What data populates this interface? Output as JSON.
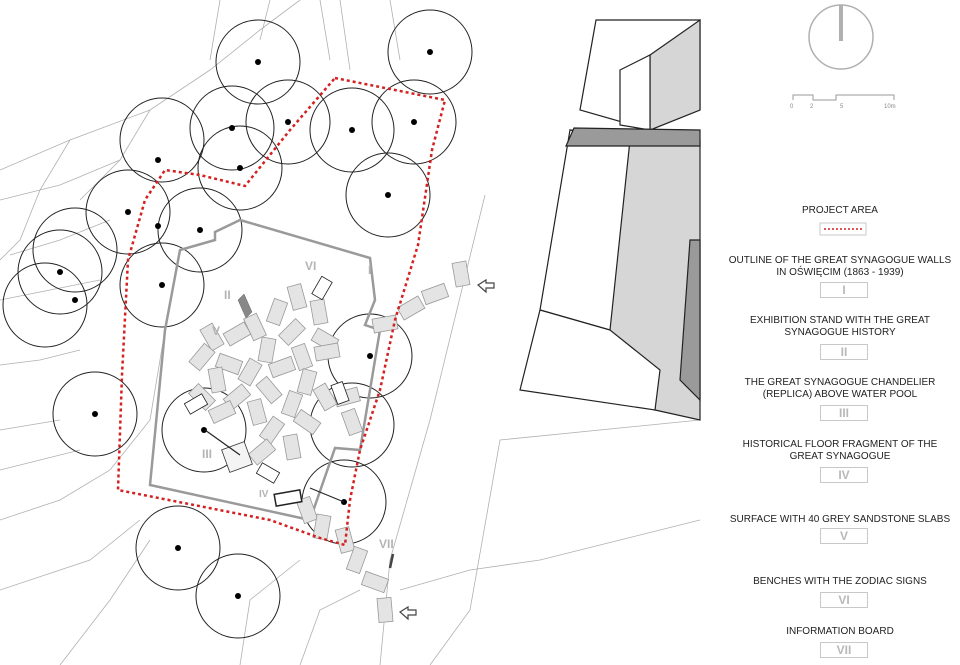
{
  "legend": {
    "project_area": "PROJECT AREA",
    "items": [
      {
        "label": "OUTLINE OF THE GREAT SYNAGOGUE WALLS\nIN OŚWIĘCIM (1863 - 1939)",
        "code": "I"
      },
      {
        "label": "EXHIBITION STAND WITH THE GREAT\nSYNAGOGUE HISTORY",
        "code": "II"
      },
      {
        "label": "THE GREAT SYNAGOGUE CHANDELIER\n(REPLICA) ABOVE WATER POOL",
        "code": "III"
      },
      {
        "label": "HISTORICAL FLOOR FRAGMENT OF THE\nGREAT SYNAGOGUE",
        "code": "IV"
      },
      {
        "label": "SURFACE WITH 40 GREY SANDSTONE SLABS",
        "code": "V"
      },
      {
        "label": "BENCHES WITH THE ZODIAC SIGNS",
        "code": "VI"
      },
      {
        "label": "INFORMATION BOARD",
        "code": "VII"
      }
    ]
  },
  "scale_bar": {
    "ticks": [
      "0",
      "2",
      "5",
      "10m"
    ]
  },
  "plan_labels": {
    "I": "I",
    "II": "II",
    "III": "III",
    "IV": "IV",
    "V": "V",
    "VI": "VI",
    "VII": "VII"
  },
  "colors": {
    "project_area": "#d42020",
    "synagogue_outline": "#9a9a9a",
    "slab": "#e4e4e4",
    "building_grey": "#d6d6d6",
    "building_dark": "#9a9a9a"
  },
  "icons": [
    "north-arrow-icon",
    "entrance-arrow-icon"
  ]
}
